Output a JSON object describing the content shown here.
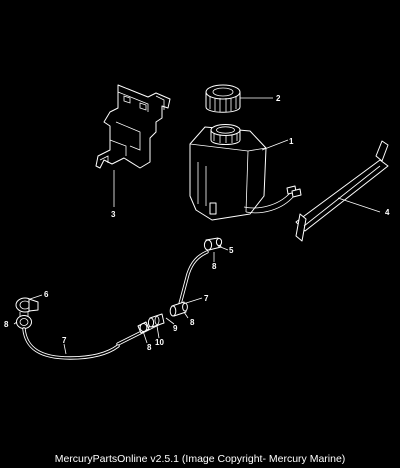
{
  "callouts": {
    "c1": "1",
    "c2": "2",
    "c3": "3",
    "c4": "4",
    "c5": "5",
    "c6": "6",
    "c7a": "7",
    "c7b": "7",
    "c8a": "8",
    "c8b": "8",
    "c8c": "8",
    "c8d": "8",
    "c9": "9",
    "c10": "10"
  },
  "footer": {
    "text": "MercuryPartsOnline v2.5.1 (Image Copyright- Mercury Marine)"
  }
}
